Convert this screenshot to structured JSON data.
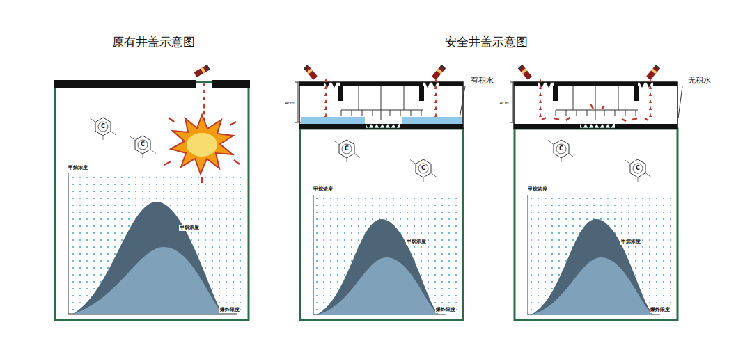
{
  "diagram": {
    "labels": [
      "原有井盖示意图",
      "安全井盖示意图",
      "有积水",
      "无积水",
      "4cm",
      "4cm",
      "C",
      "C",
      "甲烷浓度",
      "甲烷浓度",
      "爆炸限度",
      "C",
      "C",
      "甲烷浓度",
      "甲烷浓度",
      "爆炸限度",
      "C",
      "C",
      "甲烷浓度",
      "甲烷浓度",
      "爆炸限度"
    ]
  }
}
